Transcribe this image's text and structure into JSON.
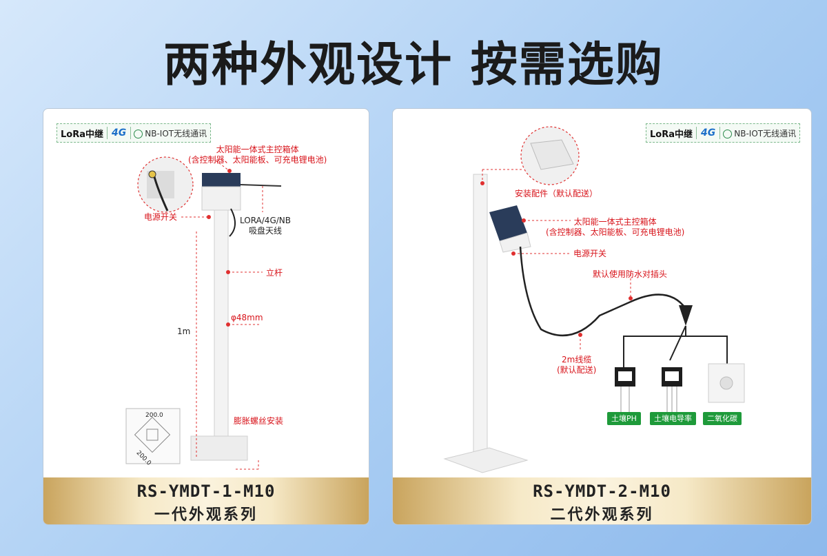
{
  "title": "两种外观设计 按需选购",
  "badge": {
    "lora": "LoRa中继",
    "g4": "4G",
    "nb": "NB-IOT无线通讯"
  },
  "left": {
    "labels": {
      "solar_box": "太阳能一体式主控箱体",
      "solar_box_note": "(含控制器、太阳能板、可充电锂电池)",
      "power_switch": "电源开关",
      "antenna_1": "LORA/4G/NB",
      "antenna_2": "吸盘天线",
      "pole": "立杆",
      "diameter": "φ48mm",
      "height": "1m",
      "install": "膨胀螺丝安装",
      "dim_top": "200.0",
      "dim_side": "200.0"
    },
    "model": "RS-YMDT-1-M10",
    "series": "一代外观系列"
  },
  "right": {
    "labels": {
      "bracket": "安装配件（默认配送）",
      "solar_box": "太阳能一体式主控箱体",
      "solar_box_note": "(含控制器、太阳能板、可充电锂电池)",
      "power_switch": "电源开关",
      "plug": "默认使用防水对插头",
      "cable_1": "2m线缆",
      "cable_2": "(默认配送)"
    },
    "tags": [
      "土壤PH",
      "土壤电导率",
      "二氧化碳"
    ],
    "model": "RS-YMDT-2-M10",
    "series": "二代外观系列"
  }
}
